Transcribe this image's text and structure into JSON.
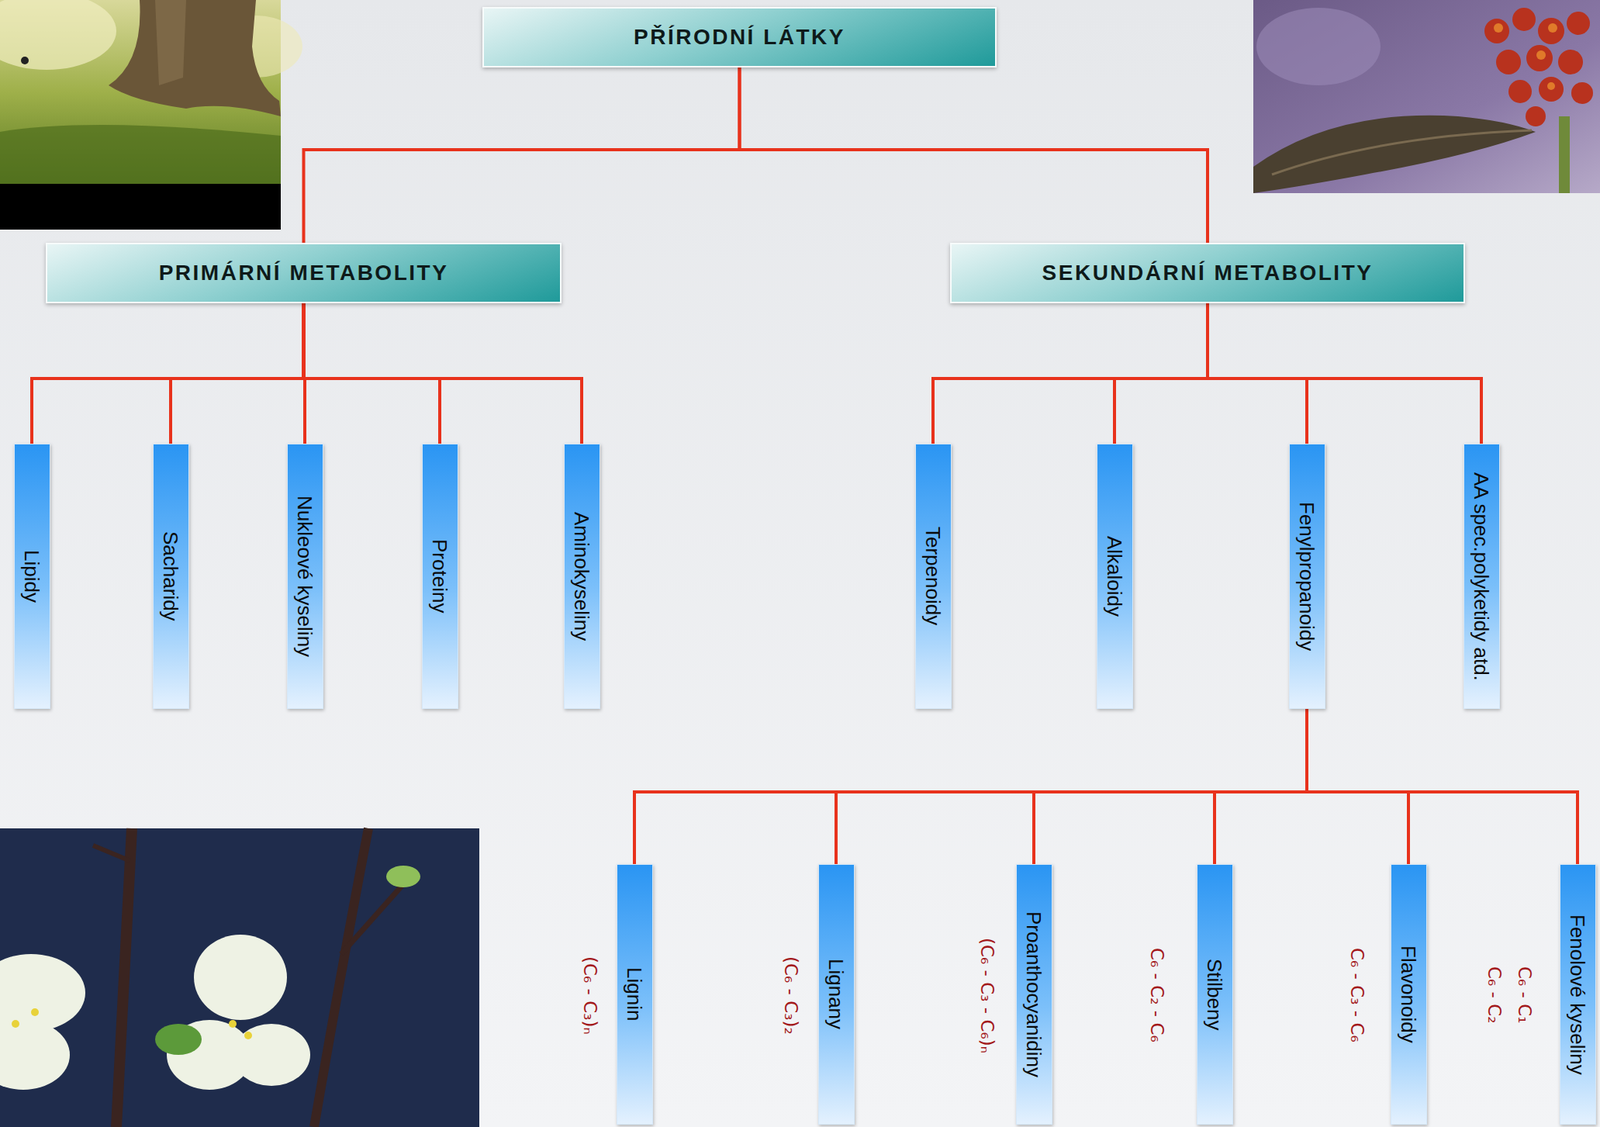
{
  "diagram": {
    "nodes": [
      {
        "text": [
          "PŘÍRODNÍ LÁTKY"
        ]
      },
      {
        "text": [
          "PRIMÁRNÍ METABOLITY"
        ]
      },
      {
        "text": [
          "SEKUNDÁRNÍ METABOLITY"
        ]
      },
      {
        "text": [
          "Lipidy"
        ]
      },
      {
        "text": [
          "Sacharidy"
        ]
      },
      {
        "text": [
          "Nukleové kyseliny"
        ]
      },
      {
        "text": [
          "Proteiny"
        ]
      },
      {
        "text": [
          "Aminokyseliny"
        ]
      },
      {
        "text": [
          "Terpenoidy"
        ]
      },
      {
        "text": [
          "Alkaloidy"
        ]
      },
      {
        "text": [
          "Fenylpropanoidy"
        ]
      },
      {
        "text": [
          "AA spec.polyketidy atd."
        ]
      },
      {
        "text": [
          "Lignin",
          "(C₆ - C₃)ₙ"
        ]
      },
      {
        "text": [
          "Lignany",
          "(C₆ - C₃)₂"
        ]
      },
      {
        "text": [
          "Proanthocyanidiny",
          "(C₆ - C₃ - C₆)ₙ"
        ]
      },
      {
        "text": [
          "Stilbeny",
          "C₆ - C₂ - C₆"
        ]
      },
      {
        "text": [
          "Flavonoidy",
          "C₆ - C₃ - C₆"
        ]
      },
      {
        "text": [
          "Fenolové kyseliny",
          "C₆ - C₁",
          "C₆ - C₂"
        ]
      }
    ],
    "edges": [
      {
        "from": 0,
        "to": 1,
        "arrow": "none"
      },
      {
        "from": 0,
        "to": 2,
        "arrow": "none"
      },
      {
        "from": 1,
        "to": 3,
        "arrow": "none"
      },
      {
        "from": 1,
        "to": 4,
        "arrow": "none"
      },
      {
        "from": 1,
        "to": 5,
        "arrow": "none"
      },
      {
        "from": 1,
        "to": 6,
        "arrow": "none"
      },
      {
        "from": 1,
        "to": 7,
        "arrow": "none"
      },
      {
        "from": 2,
        "to": 8,
        "arrow": "none"
      },
      {
        "from": 2,
        "to": 9,
        "arrow": "none"
      },
      {
        "from": 2,
        "to": 10,
        "arrow": "none"
      },
      {
        "from": 2,
        "to": 11,
        "arrow": "none"
      },
      {
        "from": 10,
        "to": 12,
        "arrow": "none"
      },
      {
        "from": 10,
        "to": 13,
        "arrow": "none"
      },
      {
        "from": 10,
        "to": 14,
        "arrow": "none"
      },
      {
        "from": 10,
        "to": 15,
        "arrow": "none"
      },
      {
        "from": 10,
        "to": 16,
        "arrow": "none"
      },
      {
        "from": 10,
        "to": 17,
        "arrow": "none"
      }
    ]
  }
}
